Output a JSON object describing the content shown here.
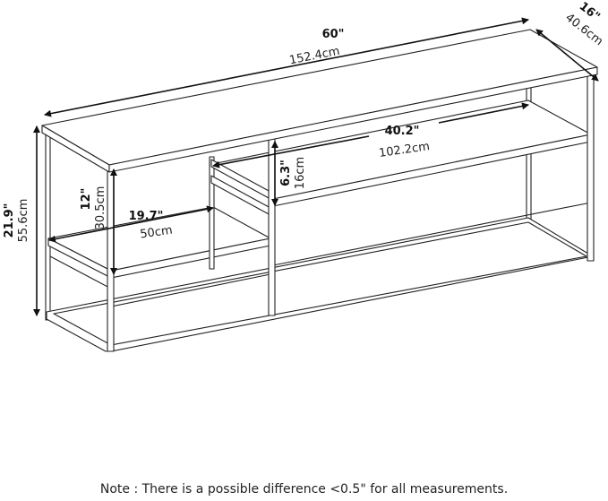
{
  "dimensions": {
    "width": {
      "in": "60\"",
      "cm": "152.4cm"
    },
    "depth": {
      "in": "16\"",
      "cm": "40.6cm"
    },
    "height": {
      "in": "21.9\"",
      "cm": "55.6cm"
    },
    "large_shelf_width": {
      "in": "40.2\"",
      "cm": "102.2cm"
    },
    "large_shelf_clearance": {
      "in": "6.3\"",
      "cm": "16cm"
    },
    "small_shelf_width": {
      "in": "19.7\"",
      "cm": "50cm"
    },
    "small_shelf_clearance": {
      "in": "12\"",
      "cm": "30.5cm"
    }
  },
  "note": "Note : There is a possible difference <0.5\" for all measurements."
}
